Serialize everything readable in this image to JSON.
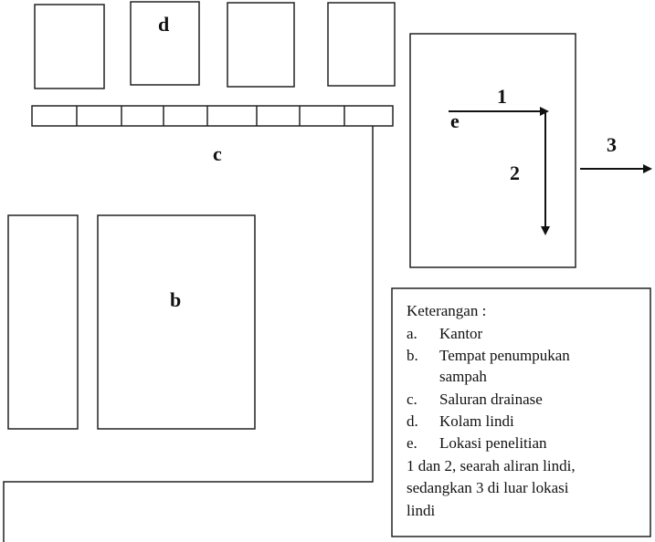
{
  "labels": {
    "d": "d",
    "c": "c",
    "b": "b",
    "e": "e",
    "arrow1": "1",
    "arrow2": "2",
    "arrow3": "3"
  },
  "legend": {
    "title": "Keterangan :",
    "items": [
      {
        "key": "a.",
        "text": "Kantor"
      },
      {
        "key": "b.",
        "text": "Tempat penumpukan"
      },
      {
        "key": "",
        "text": "sampah"
      },
      {
        "key": "c.",
        "text": "Saluran drainase"
      },
      {
        "key": "d.",
        "text": "Kolam lindi"
      },
      {
        "key": "e.",
        "text": "Lokasi penelitian"
      }
    ],
    "note": [
      "1 dan 2, searah aliran lindi,",
      "sedangkan 3 di luar lokasi",
      "lindi"
    ]
  }
}
